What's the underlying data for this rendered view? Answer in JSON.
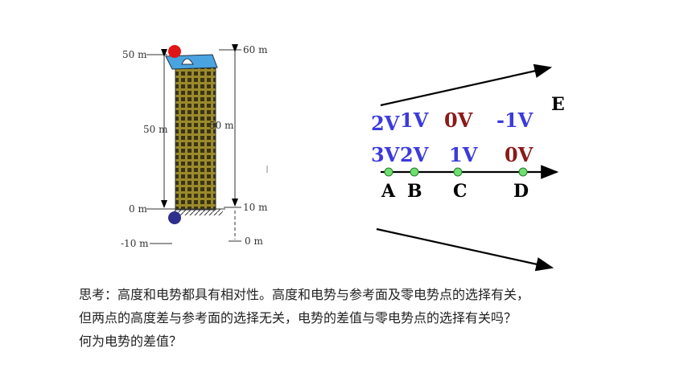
{
  "building": {
    "left_scale": {
      "top": "50 m",
      "middle": "50 m",
      "zero": "0 m",
      "bottom": "-10 m"
    },
    "right_scale": {
      "top": "60 m",
      "middle": "50 m",
      "ten": "10 m",
      "zero": "0 m"
    }
  },
  "potential_diagram": {
    "field_label": "E",
    "row_top": [
      "2V",
      "1V",
      "0V",
      "-1V"
    ],
    "row_bottom": [
      "3V",
      "2V",
      "1V",
      "0V"
    ],
    "points": [
      "A",
      "B",
      "C",
      "D"
    ],
    "colors": {
      "blue": "#3b3bdc",
      "dark_red": "#8b1a1a",
      "green_dot": "#6fe06f"
    }
  },
  "caption": {
    "line1": "思考：高度和电势都具有相对性。高度和电势与参考面及零电势点的选择有关，",
    "line2": "但两点的高度差与参考面的选择无关，电势的差值与零电势点的选择有关吗？",
    "line3": "何为电势的差值？"
  }
}
